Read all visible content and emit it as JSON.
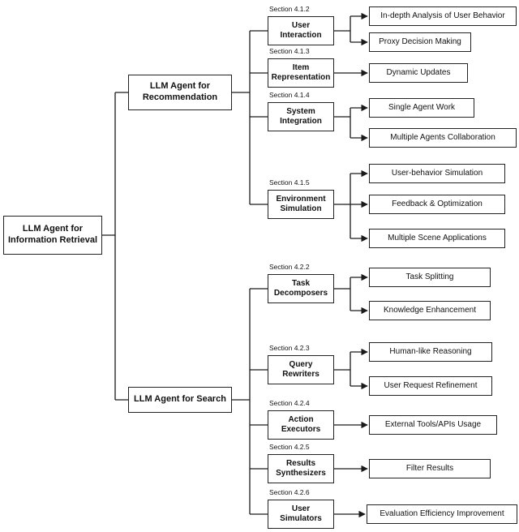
{
  "root": {
    "label": "LLM Agent for Information Retrieval"
  },
  "branches": [
    {
      "label": "LLM Agent for Recommendation",
      "sections": [
        {
          "section": "Section 4.1.2",
          "label": "User Interaction",
          "leaves": [
            "In-depth Analysis of User Behavior",
            "Proxy Decision Making"
          ]
        },
        {
          "section": "Section 4.1.3",
          "label": "Item Representation",
          "leaves": [
            "Dynamic Updates"
          ]
        },
        {
          "section": "Section 4.1.4",
          "label": "System Integration",
          "leaves": [
            "Single Agent Work",
            "Multiple Agents Collaboration"
          ]
        },
        {
          "section": "Section 4.1.5",
          "label": "Environment Simulation",
          "leaves": [
            "User-behavior Simulation",
            "Feedback & Optimization",
            "Multiple Scene Applications"
          ]
        }
      ]
    },
    {
      "label": "LLM Agent for Search",
      "sections": [
        {
          "section": "Section 4.2.2",
          "label": "Task Decomposers",
          "leaves": [
            "Task Splitting",
            "Knowledge Enhancement"
          ]
        },
        {
          "section": "Section 4.2.3",
          "label": "Query Rewriters",
          "leaves": [
            "Human-like Reasoning",
            "User Request Refinement"
          ]
        },
        {
          "section": "Section 4.2.4",
          "label": "Action Executors",
          "leaves": [
            "External Tools/APIs Usage"
          ]
        },
        {
          "section": "Section 4.2.5",
          "label": "Results Synthesizers",
          "leaves": [
            "Filter Results"
          ]
        },
        {
          "section": "Section 4.2.6",
          "label": "User Simulators",
          "leaves": [
            "Evaluation Efficiency Improvement"
          ]
        }
      ]
    }
  ],
  "line_color": "#1a1a1a"
}
